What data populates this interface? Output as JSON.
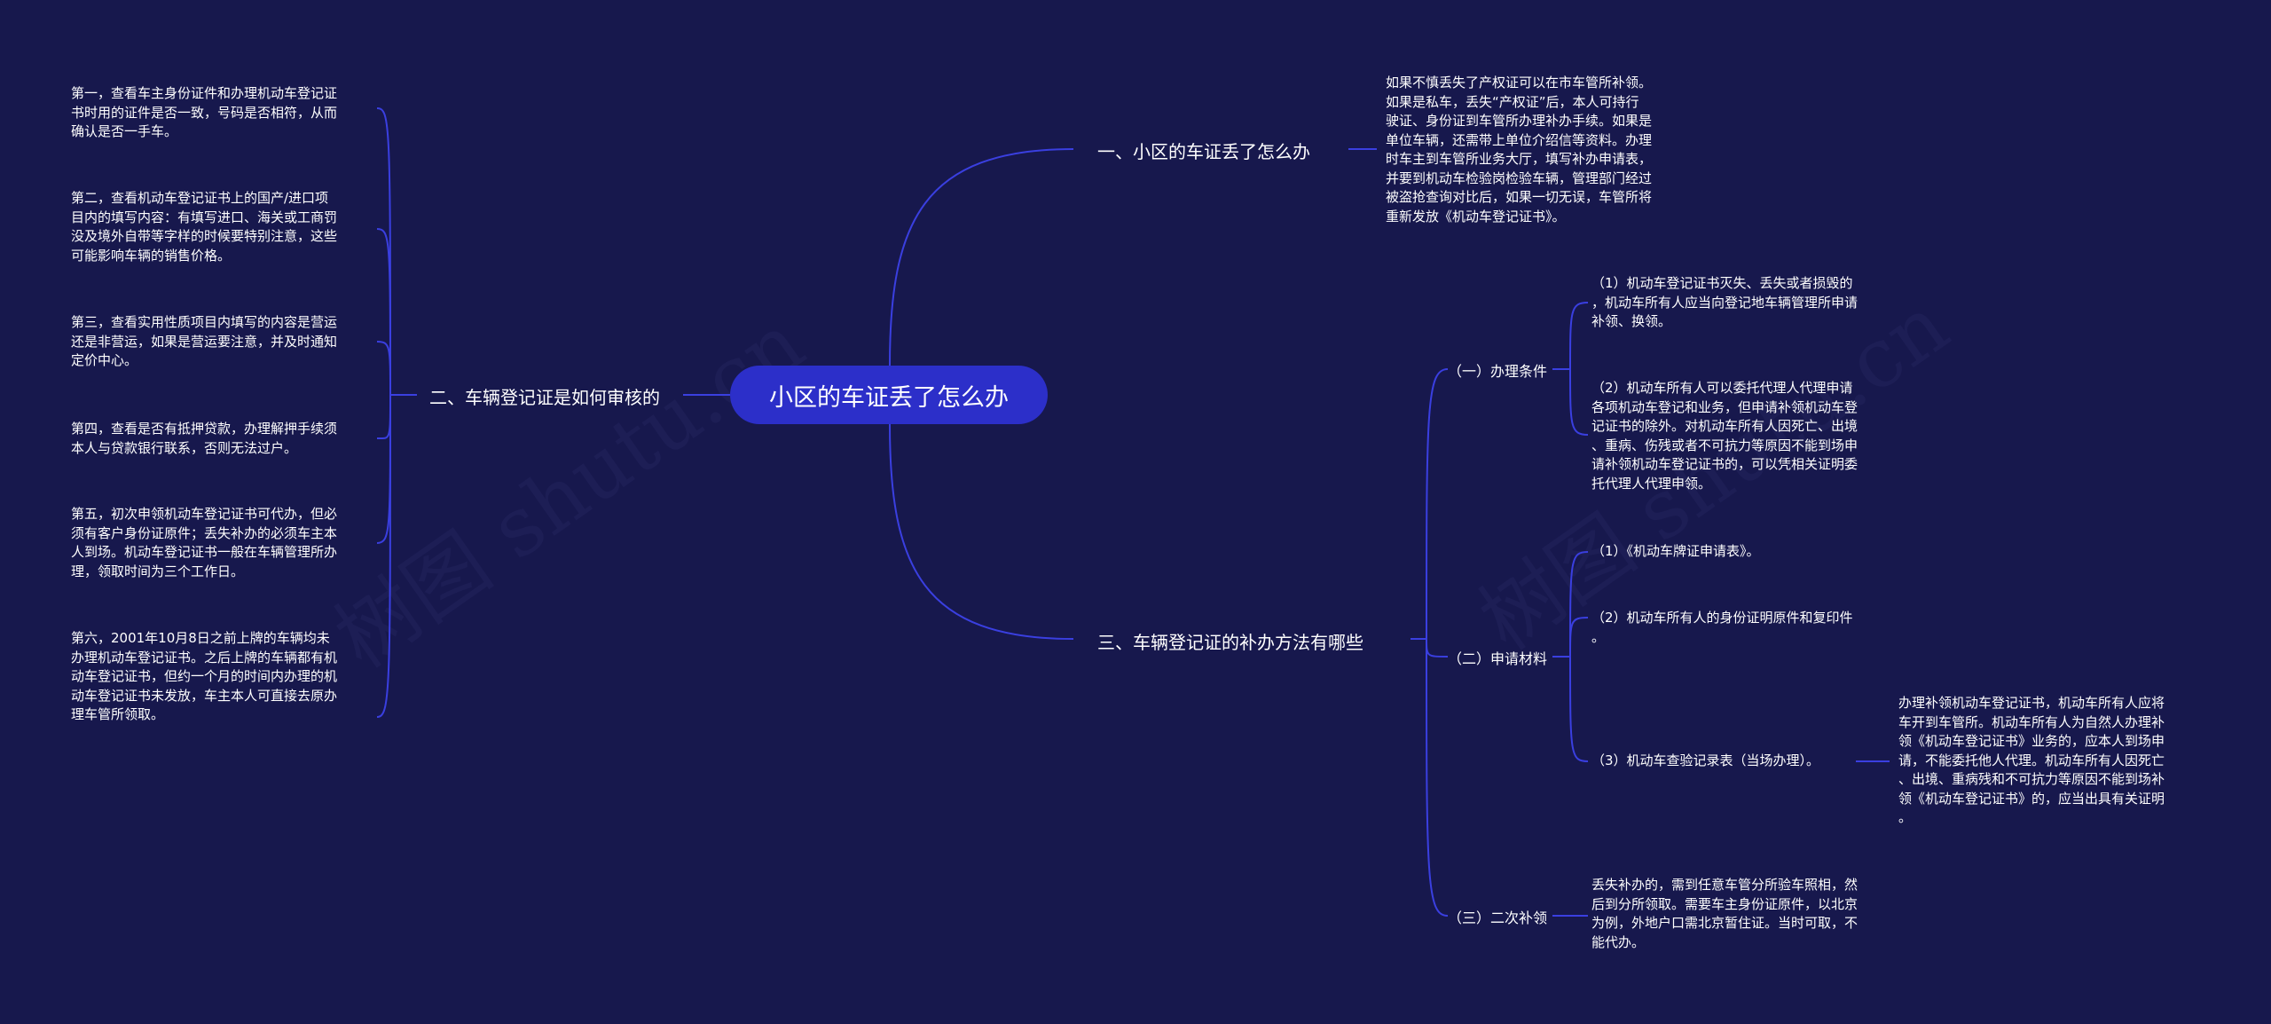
{
  "watermark": "树图 shutu.cn",
  "colors": {
    "background": "#17184d",
    "root": "#2c2fc9",
    "line": "#3a3fe0"
  },
  "root": "小区的车证丢了怎么办",
  "left": {
    "title": "二、车辆登记证是如何审核的",
    "items": [
      "第一，查看车主身份证件和办理机动车登记证\n书时用的证件是否一致，号码是否相符，从而\n确认是否一手车。",
      "第二，查看机动车登记证书上的国产/进口项\n目内的填写内容：有填写进口、海关或工商罚\n没及境外自带等字样的时候要特别注意，这些\n可能影响车辆的销售价格。",
      "第三，查看实用性质项目内填写的内容是营运\n还是非营运，如果是营运要注意，并及时通知\n定价中心。",
      "第四，查看是否有抵押贷款，办理解押手续须\n本人与贷款银行联系，否则无法过户。",
      "第五，初次申领机动车登记证书可代办，但必\n须有客户身份证原件；丢失补办的必须车主本\n人到场。机动车登记证书一般在车辆管理所办\n理，领取时间为三个工作日。",
      "第六，2001年10月8日之前上牌的车辆均未\n办理机动车登记证书。之后上牌的车辆都有机\n动车登记证书，但约一个月的时间内办理的机\n动车登记证书未发放，车主本人可直接去原办\n理车管所领取。"
    ]
  },
  "right1": {
    "title": "一、小区的车证丢了怎么办",
    "detail": "如果不慎丢失了产权证可以在市车管所补领。\n如果是私车，丢失“产权证”后，本人可持行\n驶证、身份证到车管所办理补办手续。如果是\n单位车辆，还需带上单位介绍信等资料。办理\n时车主到车管所业务大厅，填写补办申请表，\n并要到机动车检验岗检验车辆，管理部门经过\n被盗抢查询对比后，如果一切无误，车管所将\n重新发放《机动车登记证书》。"
  },
  "right2": {
    "title": "三、车辆登记证的补办方法有哪些",
    "conditions": {
      "label": "（一）办理条件",
      "items": [
        "（1）机动车登记证书灭失、丢失或者损毁的\n，机动车所有人应当向登记地车辆管理所申请\n补领、换领。",
        "（2）机动车所有人可以委托代理人代理申请\n各项机动车登记和业务，但申请补领机动车登\n记证书的除外。对机动车所有人因死亡、出境\n、重病、伤残或者不可抗力等原因不能到场申\n请补领机动车登记证书的，可以凭相关证明委\n托代理人代理申领。"
      ]
    },
    "materials": {
      "label": "（二）申请材料",
      "items": [
        "（1）《机动车牌证申请表》。",
        "（2）机动车所有人的身份证明原件和复印件\n。",
        "（3）机动车查验记录表（当场办理）。"
      ],
      "note": "办理补领机动车登记证书，机动车所有人应将\n车开到车管所。机动车所有人为自然人办理补\n领《机动车登记证书》业务的，应本人到场申\n请，不能委托他人代理。机动车所有人因死亡\n、出境、重病残和不可抗力等原因不能到场补\n领《机动车登记证书》的，应当出具有关证明\n。"
    },
    "second": {
      "label": "（三）二次补领",
      "detail": "丢失补办的，需到任意车管分所验车照相，然\n后到分所领取。需要车主身份证原件，以北京\n为例，外地户口需北京暂住证。当时可取，不\n能代办。"
    }
  }
}
